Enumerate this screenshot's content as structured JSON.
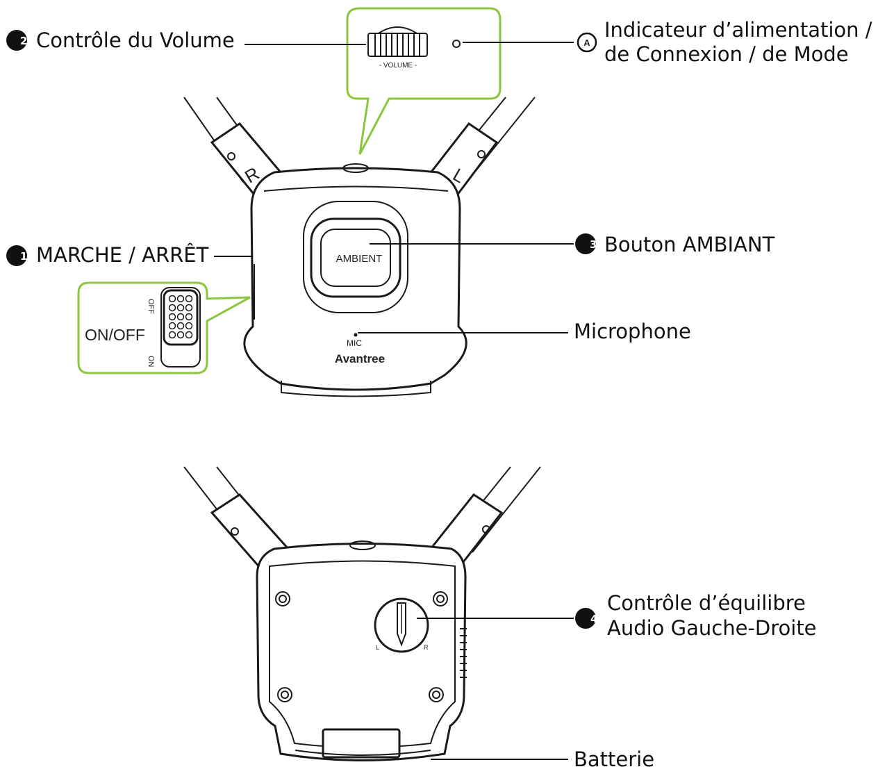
{
  "labels": {
    "volume_control": {
      "number": "2",
      "text": "Contrôle du Volume"
    },
    "power_indicator": {
      "letter": "A",
      "line1": "Indicateur d’alimentation /",
      "line2": "de Connexion / de Mode"
    },
    "power_switch": {
      "number": "1",
      "text": "MARCHE / ARRÊT"
    },
    "ambient_button": {
      "number": "3",
      "text": "Bouton AMBIANT"
    },
    "microphone": {
      "text": "Microphone"
    },
    "balance_control": {
      "number": "4",
      "line1": "Contrôle d’équilibre",
      "line2": "Audio Gauche-Droite"
    },
    "battery": {
      "text": "Batterie"
    }
  },
  "device": {
    "volume_mark": "- VOLUME -",
    "ambient_button_text": "AMBIENT",
    "mic_mark": "MIC",
    "brand": "Avantree",
    "switch_label": "ON/OFF",
    "switch_off": "OFF",
    "switch_on": "ON",
    "strap_right": "R",
    "strap_left": "L",
    "balance_left": "L",
    "balance_right": "R"
  },
  "colors": {
    "callout_bubble": "#8cc63f",
    "line": "#111111"
  }
}
